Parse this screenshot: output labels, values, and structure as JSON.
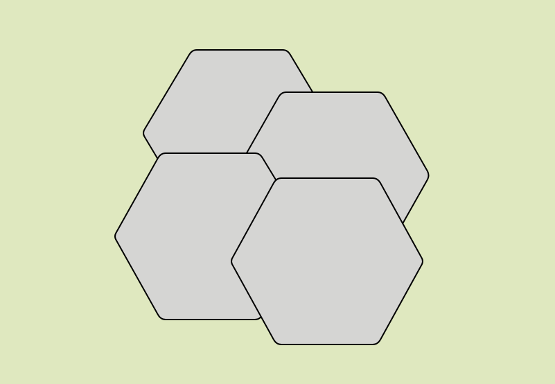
{
  "colors": {
    "background": "#dfe8bf",
    "hexagon_fill": "#d5d5d3",
    "hexagon_stroke": "#000000"
  },
  "shapes": {
    "hexagons": [
      {
        "name": "hexagon-top-left"
      },
      {
        "name": "hexagon-top-right"
      },
      {
        "name": "hexagon-bottom-left"
      },
      {
        "name": "hexagon-bottom-right"
      }
    ]
  }
}
